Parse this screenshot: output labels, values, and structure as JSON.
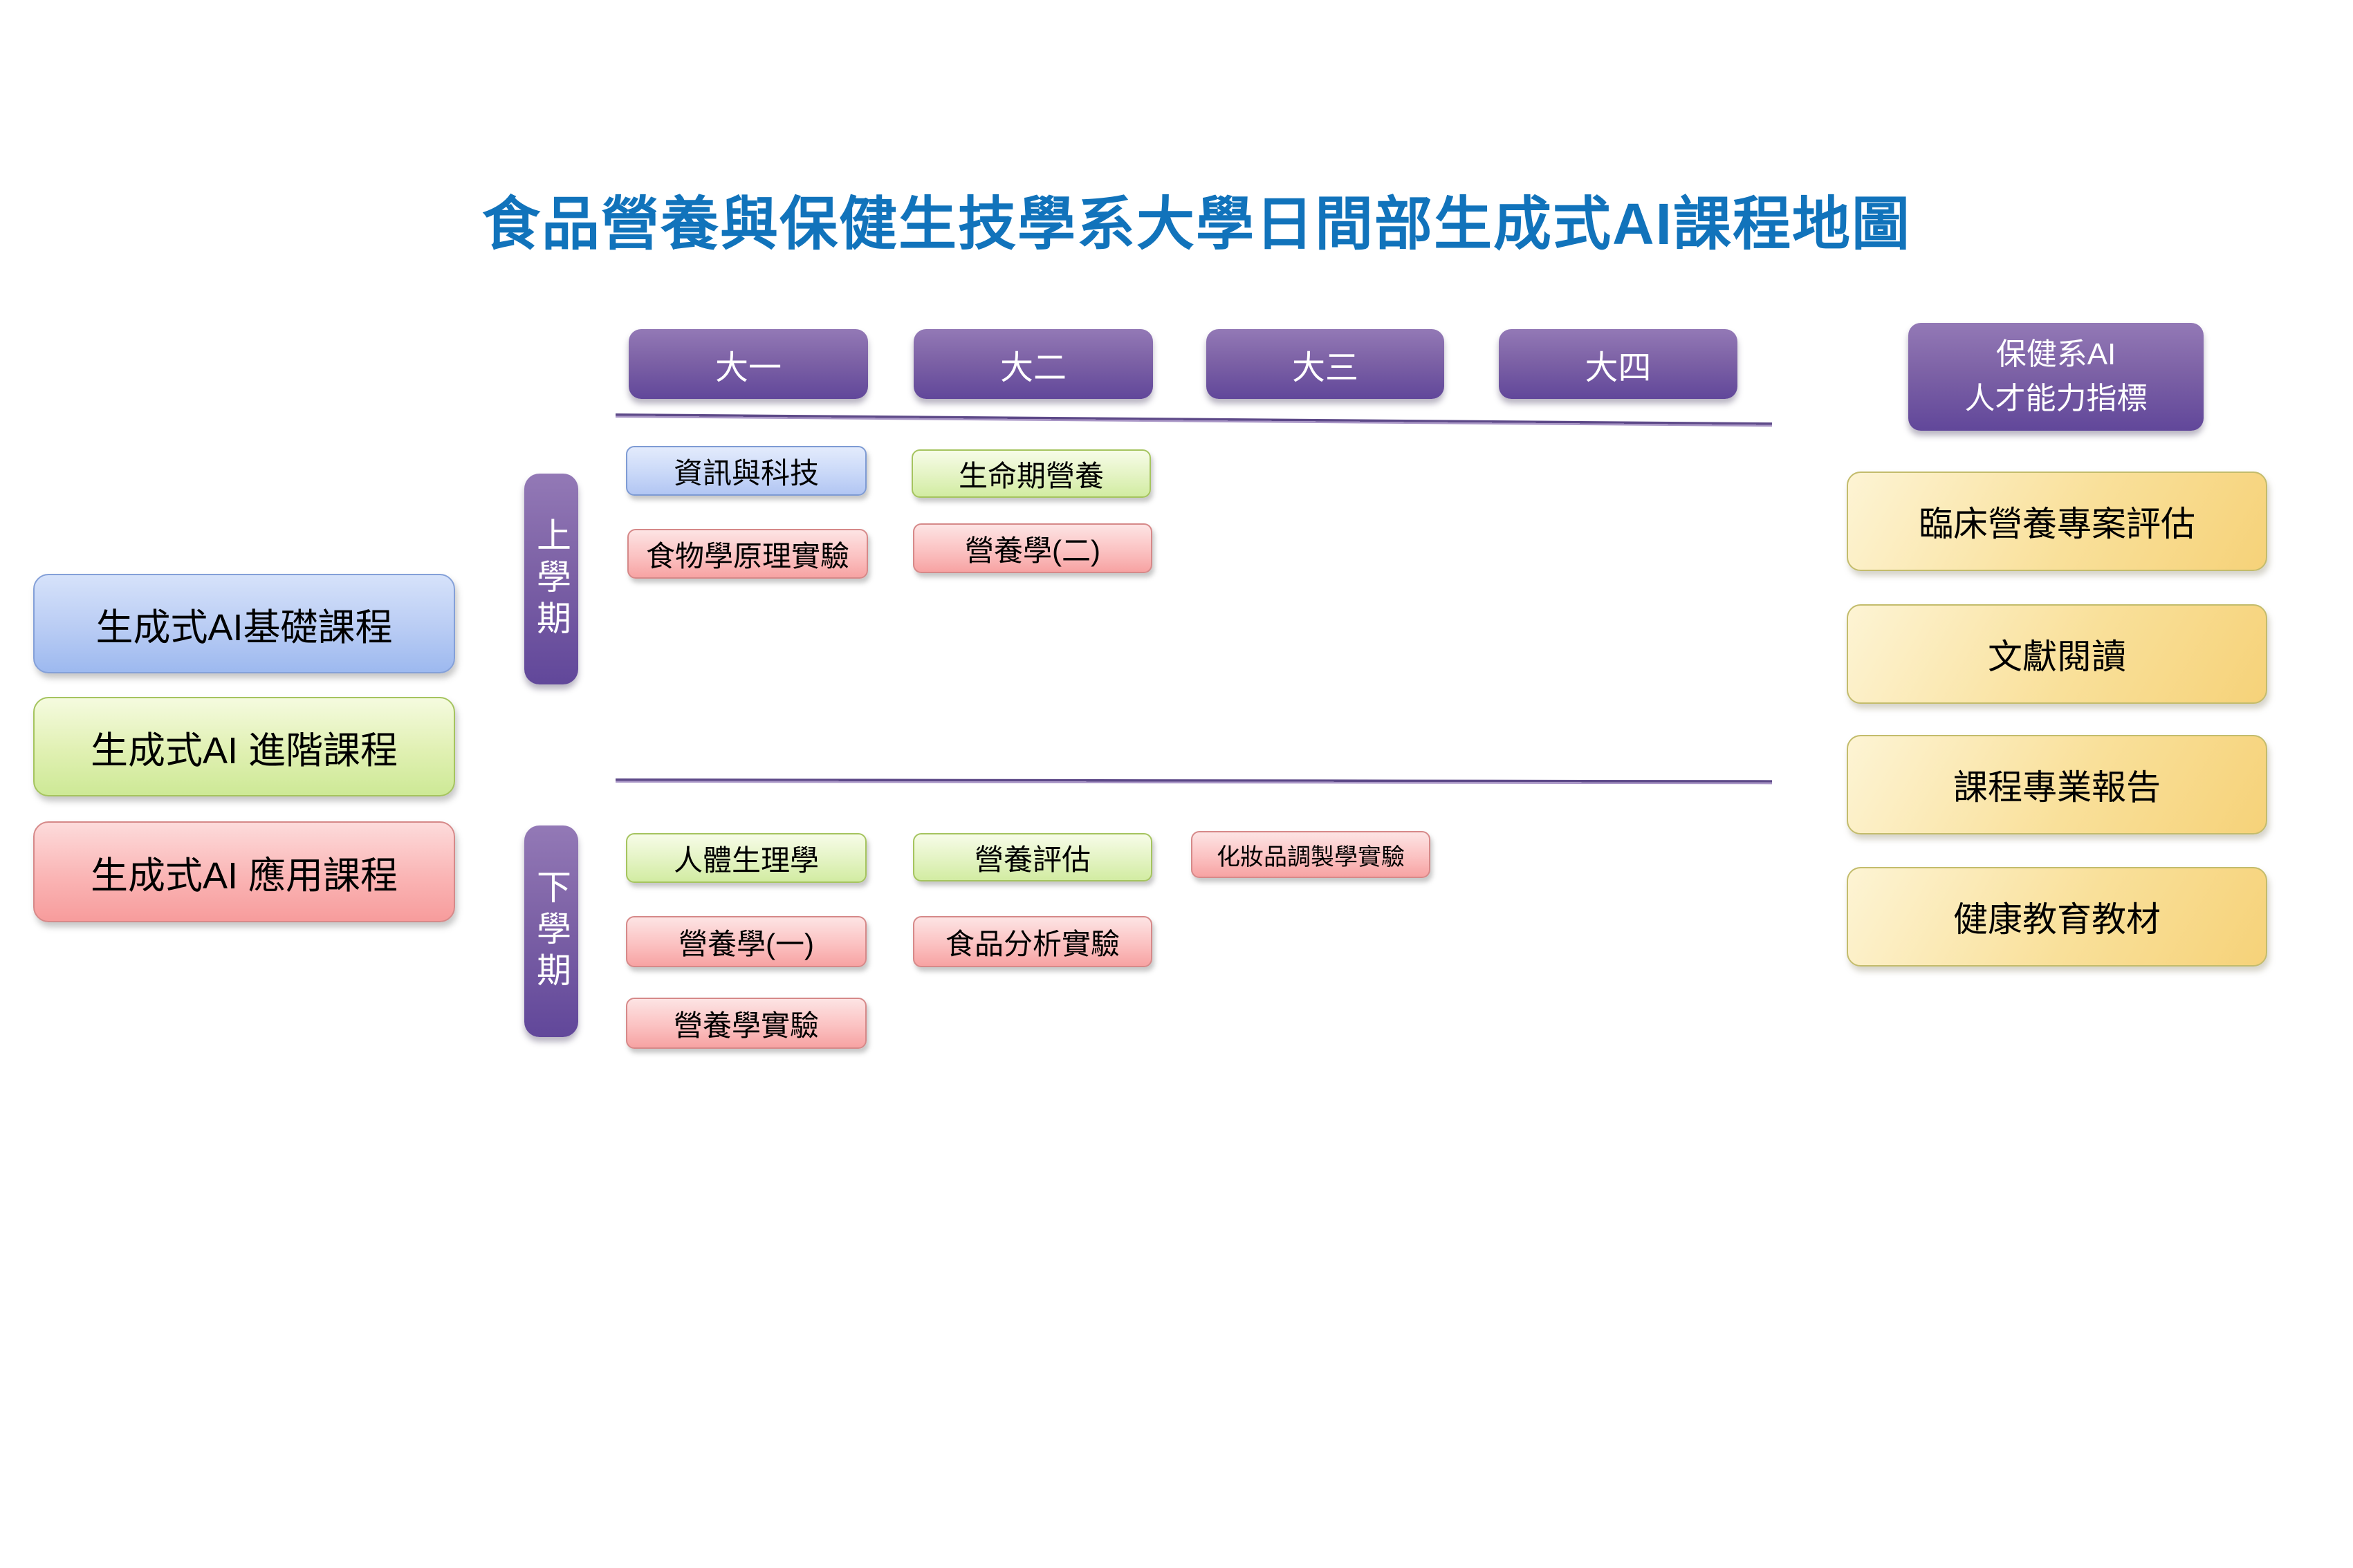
{
  "title": "食品營養與保健生技學系大學日間部生成式AI課程地圖",
  "colors": {
    "title_blue": "#1173BB",
    "purple": "#7d62a6",
    "basic_blue": "#b2c6f3",
    "advanced_green": "#d2eca2",
    "applied_pink": "#f7a3a3",
    "outcome_yellow": "#f6d279"
  },
  "years": {
    "y1": "大一",
    "y2": "大二",
    "y3": "大三",
    "y4": "大四"
  },
  "indicator": {
    "line1": "保健系AI",
    "line2": "人才能力指標"
  },
  "semesters": {
    "upper": "上學期",
    "lower": "下學期"
  },
  "legend": {
    "basic": "生成式AI基礎課程",
    "advanced": "生成式AI 進階課程",
    "applied": "生成式AI 應用課程"
  },
  "courses": {
    "upper": {
      "y1": [
        {
          "label": "資訊與科技",
          "level": "basic"
        },
        {
          "label": "食物學原理實驗",
          "level": "applied"
        }
      ],
      "y2": [
        {
          "label": "生命期營養",
          "level": "advanced"
        },
        {
          "label": "營養學(二)",
          "level": "applied"
        }
      ]
    },
    "lower": {
      "y1": [
        {
          "label": "人體生理學",
          "level": "advanced"
        },
        {
          "label": "營養學(一)",
          "level": "applied"
        },
        {
          "label": "營養學實驗",
          "level": "applied"
        }
      ],
      "y2": [
        {
          "label": "營養評估",
          "level": "advanced"
        },
        {
          "label": "食品分析實驗",
          "level": "applied"
        }
      ],
      "y3": [
        {
          "label": "化妝品調製學實驗",
          "level": "applied"
        }
      ]
    }
  },
  "outcomes": [
    "臨床營養專案評估",
    "文獻閱讀",
    "課程專業報告",
    "健康教育教材"
  ]
}
